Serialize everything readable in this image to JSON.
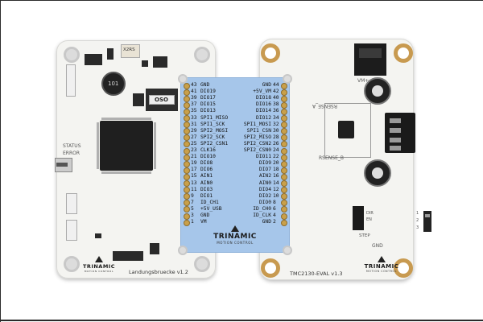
{
  "left_board": {
    "name": "Landungsbruecke v1.2",
    "brand": {
      "name": "TRINAMIC",
      "sub": "MOTION CONTROL"
    },
    "silkscreen": [
      "STATUS",
      "ERROR"
    ],
    "component_marks": {
      "crystal": "X2RS",
      "inductor": "101",
      "regulator": "OSO"
    }
  },
  "connector": {
    "brand": {
      "name": "TRINAMIC",
      "sub": "MOTION CONTROL"
    },
    "rows": [
      {
        "ln": "43",
        "left": "GND",
        "right": "GND",
        "rn": "44"
      },
      {
        "ln": "41",
        "left": "DIO19",
        "right": "+5V_VM",
        "rn": "42"
      },
      {
        "ln": "39",
        "left": "DIO17",
        "right": "DIO18",
        "rn": "40"
      },
      {
        "ln": "37",
        "left": "DIO15",
        "right": "DIO16",
        "rn": "38"
      },
      {
        "ln": "35",
        "left": "DIO13",
        "right": "DIO14",
        "rn": "36"
      },
      {
        "ln": "33",
        "left": "SPI1_MISO",
        "right": "DIO12",
        "rn": "34"
      },
      {
        "ln": "31",
        "left": "SPI1_SCK",
        "right": "SPI1_MOSI",
        "rn": "32"
      },
      {
        "ln": "29",
        "left": "SPI2_MOSI",
        "right": "SPI1_CSN",
        "rn": "30"
      },
      {
        "ln": "27",
        "left": "SPI2_SCK",
        "right": "SPI2_MISO",
        "rn": "28"
      },
      {
        "ln": "25",
        "left": "SPI2_CSN1",
        "right": "SPI2_CSN2",
        "rn": "26"
      },
      {
        "ln": "23",
        "left": "CLK16",
        "right": "SPI2_CSN0",
        "rn": "24"
      },
      {
        "ln": "21",
        "left": "DIO10",
        "right": "DIO11",
        "rn": "22"
      },
      {
        "ln": "19",
        "left": "DIO8",
        "right": "DIO9",
        "rn": "20"
      },
      {
        "ln": "17",
        "left": "DIO6",
        "right": "DIO7",
        "rn": "18"
      },
      {
        "ln": "15",
        "left": "AIN1",
        "right": "AIN2",
        "rn": "16"
      },
      {
        "ln": "13",
        "left": "AIN0",
        "right": "AIN0",
        "rn": "14"
      },
      {
        "ln": "11",
        "left": "DIO3",
        "right": "DIO4",
        "rn": "12"
      },
      {
        "ln": "9",
        "left": "DIO1",
        "right": "DIO2",
        "rn": "10"
      },
      {
        "ln": "7",
        "left": "ID_CH1",
        "right": "DIO0",
        "rn": "8"
      },
      {
        "ln": "5",
        "left": "+5V_USB",
        "right": "ID_CH0",
        "rn": "6"
      },
      {
        "ln": "3",
        "left": "GND",
        "right": "ID_CLK",
        "rn": "4"
      },
      {
        "ln": "1",
        "left": "VM",
        "right": "GND",
        "rn": "2"
      }
    ]
  },
  "right_board": {
    "name": "TMC2130-EVAL v1.3",
    "brand": {
      "name": "TRINAMIC",
      "sub": "MOTION CONTROL"
    },
    "silkscreen": [
      "VM+",
      "RSENSE_B",
      "RSENSE_A",
      "GND",
      "STEP",
      "DIR",
      "EN",
      "1",
      "2",
      "3"
    ]
  },
  "colors": {
    "pcb": "#f4f4f1",
    "connector": "#a6c6ea",
    "mounting_ring": "#c89a50",
    "ic": "#1f1f1f"
  }
}
